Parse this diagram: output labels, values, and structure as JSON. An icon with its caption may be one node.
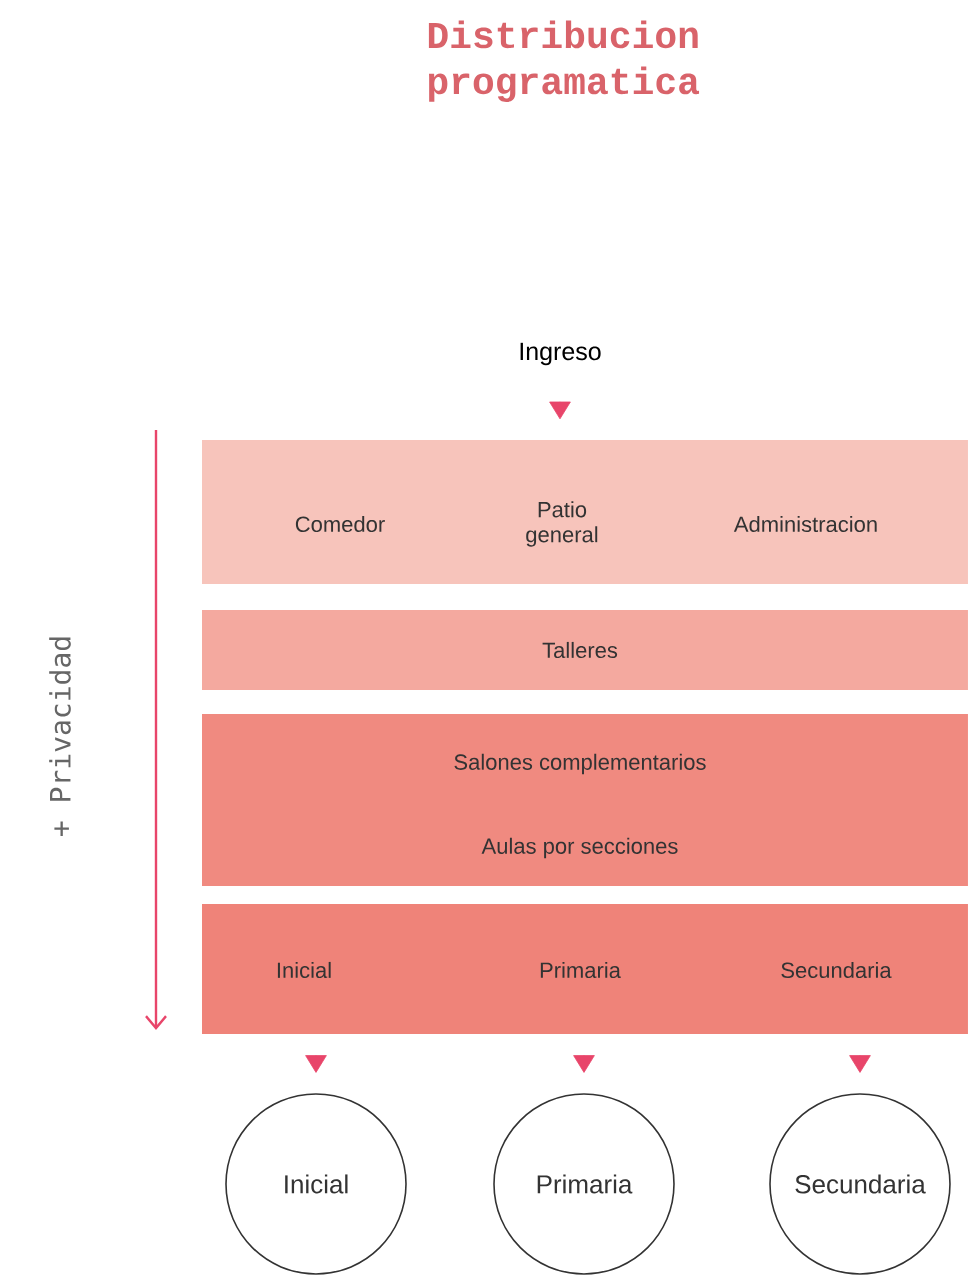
{
  "diagram": {
    "title": "Distribucion programatica",
    "nodes": [
      {
        "text": [
          "Ingreso"
        ]
      },
      {
        "text": [
          "Comedor",
          "Patio general",
          "Administracion"
        ]
      },
      {
        "text": [
          "Talleres"
        ]
      },
      {
        "text": [
          "Salones complementarios",
          "Aulas por secciones"
        ]
      },
      {
        "text": [
          "Inicial",
          "Primaria",
          "Secundaria"
        ]
      },
      {
        "text": [
          "Inicial"
        ]
      },
      {
        "text": [
          "Primaria"
        ]
      },
      {
        "text": [
          "Secundaria"
        ]
      }
    ],
    "edges": [
      {
        "from": 0,
        "to": 1,
        "arrow": "to"
      },
      {
        "from": 4,
        "to": 5,
        "arrow": "to"
      },
      {
        "from": 4,
        "to": 6,
        "arrow": "to"
      },
      {
        "from": 4,
        "to": 7,
        "arrow": "to"
      }
    ],
    "labels": [
      "+ Privacidad"
    ]
  }
}
